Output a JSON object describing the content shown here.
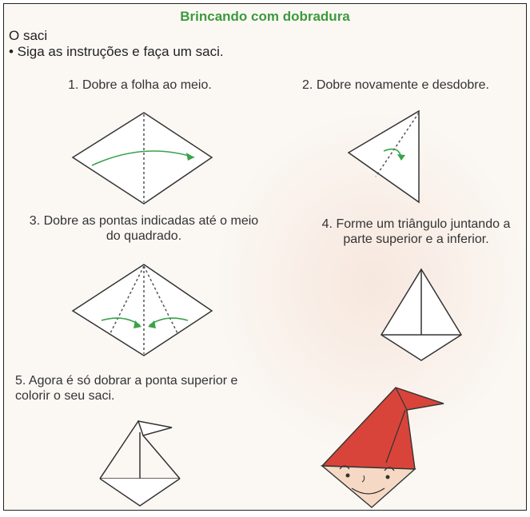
{
  "header": {
    "title": "Brincando com dobradura",
    "subtitle": "O saci",
    "instruction": "• Siga as instruções e faça um saci."
  },
  "steps": [
    {
      "text": "1. Dobre a folha ao meio."
    },
    {
      "text": "2. Dobre novamente e desdobre."
    },
    {
      "text": "3. Dobre as pontas indicadas até o meio do quadrado."
    },
    {
      "text": "4. Forme um triângulo juntando a parte superior e a inferior."
    },
    {
      "text": "5. Agora é só dobrar a ponta superior e colorir o seu saci."
    }
  ],
  "colors": {
    "title": "#3d9a3d",
    "hat": "#d9443a",
    "arrow": "#3aa34a",
    "skin": "#f6d9c4"
  }
}
